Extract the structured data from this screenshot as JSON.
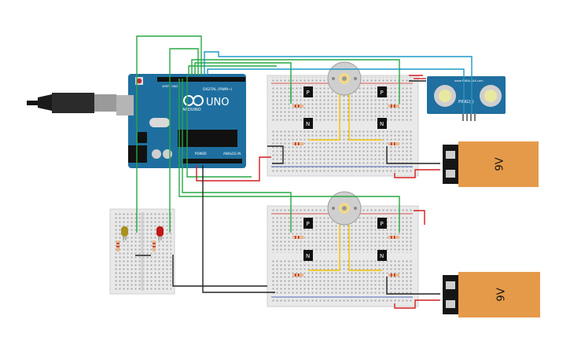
{
  "arduino": {
    "logo_text": "UNO",
    "brand_text": "ARDUINO",
    "digital_label": "DIGITAL (PWM~)",
    "power_label": "POWER",
    "analog_label": "ANALOG IN",
    "aref_label": "AREF",
    "gnd_label": "GND"
  },
  "sensor": {
    "label": "PING)))",
    "brand": "www.PARALLAX.com"
  },
  "batteries": [
    {
      "label": "9V"
    },
    {
      "label": "9V"
    }
  ],
  "transistors": {
    "pnp_label": "P",
    "npn_label": "N"
  },
  "colors": {
    "board_blue": "#1e6f9f",
    "wire_green": "#27a844",
    "wire_red": "#d21f1f",
    "wire_black": "#222222",
    "wire_blue": "#1d9bc4",
    "wire_yellow": "#f2c400",
    "battery_orange": "#e59a4a",
    "sensor_blue": "#1f6fa0",
    "led_red": "#c01818",
    "led_yellow": "#a8911e"
  }
}
